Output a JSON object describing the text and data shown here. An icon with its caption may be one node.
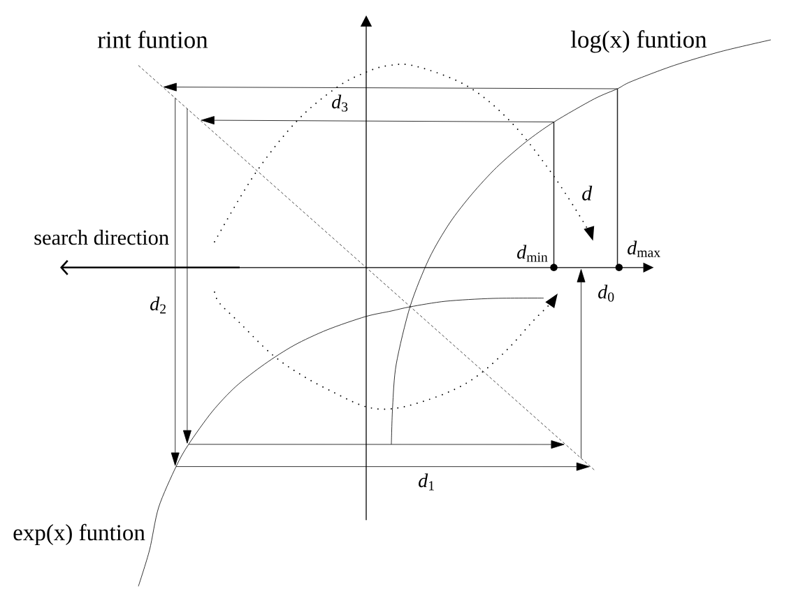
{
  "diagram": {
    "labels": [
      "rint funtion",
      "log(x) funtion",
      "*d*$_{3}$",
      "d",
      "search direction",
      "*d*$_{min}$",
      "*d*$_{max}$",
      "*d*$_{0}$",
      "*d*$_{2}$",
      "*d*$_{1}$",
      "exp(x) funtion"
    ]
  }
}
